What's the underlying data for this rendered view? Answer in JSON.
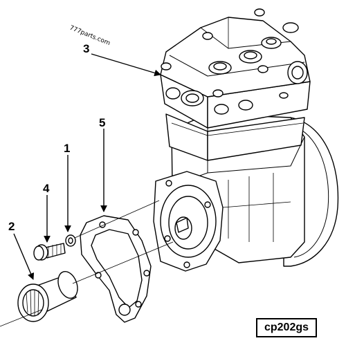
{
  "diagram": {
    "watermark": "777parts.com",
    "code": "cp202gs",
    "callouts": [
      "1",
      "2",
      "3",
      "4",
      "5"
    ]
  }
}
